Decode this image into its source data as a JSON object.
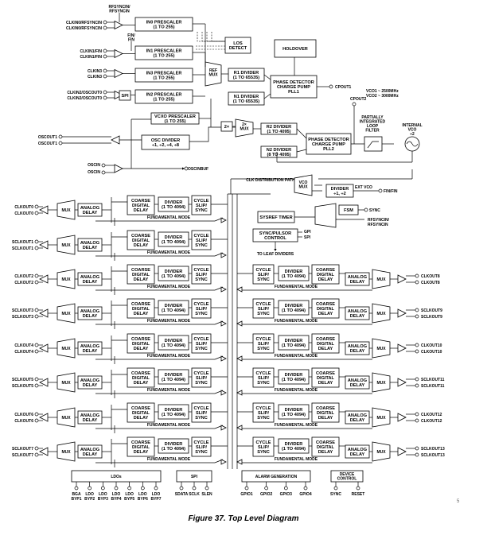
{
  "caption": "Figure 37. Top Level Diagram",
  "page_mark": "5",
  "top_inputs": {
    "rfsync_top": [
      "RFSYNCIN/",
      "RFSYNCIN"
    ],
    "clkin0": "CLKIN0/RFSYNCIN",
    "clkin0b": "CLKIN0/RFSYNCIN",
    "fin": [
      "FIN/",
      "FIN"
    ],
    "clkin1": "CLKIN1/FIN",
    "clkin1b": "CLKIN1/FIN",
    "clkin3": "CLKIN3",
    "clkin3b": "CLKIN3",
    "clkin2": "CLKIN2/OSCOUT0",
    "clkin2b": "CLKIN2/OSCOUT0",
    "oscout1": "OSCOUT1",
    "oscout1b": "OSCOUT1",
    "oscin": "OSCIN",
    "oscinb": "OSCIN",
    "oscinbuf": "OSCINBUF",
    "spi": "SPI"
  },
  "prescalers": [
    {
      "title": "IN0 PRESCALER",
      "range": "(1 TO 255)"
    },
    {
      "title": "IN1 PRESCALER",
      "range": "(1 TO 255)"
    },
    {
      "title": "IN3 PRESCALER",
      "range": "(1 TO 255)"
    },
    {
      "title": "IN2 PRESCALER",
      "range": "(1 TO 255)"
    }
  ],
  "ref_mux": [
    "REF",
    "MUX"
  ],
  "los": [
    "LOS",
    "DETECT"
  ],
  "holdover": "HOLDOVER",
  "r1": [
    "R1 DIVIDER",
    "(1 TO 65535)"
  ],
  "n1": [
    "N1 DIVIDER",
    "(1 TO 65535)"
  ],
  "pll1": [
    "PHASE DETECTOR",
    "CHARGE PUMP",
    "PLL1"
  ],
  "cpout1": "CPOUT1",
  "cpout2": "CPOUT2",
  "vcxo_prescaler": [
    "VCXO PRESCALER",
    "(1 TO 255)"
  ],
  "x2a": "2×",
  "x2b": [
    "2×",
    "MUX"
  ],
  "r2": [
    "R2 DIVIDER",
    "(1 TO 4095)"
  ],
  "n2": [
    "N2 DIVIDER",
    "(8 TO 4095)"
  ],
  "pll2": [
    "PHASE DETECTOR",
    "CHARGE PUMP",
    "PLL2"
  ],
  "osc_divider": [
    "OSC DIVIDER",
    "÷1, ÷2, ÷4, ÷8"
  ],
  "vco_ranges": [
    "VCO1 ~ 2500MHz",
    "VCO2 ~ 3000MHz"
  ],
  "loop_filter": [
    "PARTIALLY",
    "INTEGRATED",
    "LOOP",
    "FILTER"
  ],
  "internal_vco": [
    "INTERNAL",
    "VCO",
    "÷2"
  ],
  "clk_dist": "CLK DISTRIBUTION PATH",
  "vco_mux": [
    "VCO",
    "MUX"
  ],
  "ext_div": [
    "DIVIDER",
    "÷1, ÷2"
  ],
  "ext_vco": "EXT VCO",
  "fin_out": "FIN/FIN",
  "fsm": "FSM",
  "sync": "SYNC",
  "sysref_timer": "SYSREF TIMER",
  "rfsyncin_out": [
    "RFSYNCIN/",
    "RFSYNCIN"
  ],
  "gpi": "GPI",
  "spi_small": "SPI",
  "syncpulsor": [
    "SYNC/PULSOR",
    "CONTROL"
  ],
  "to_leaf": "TO LEAF DIVIDERS",
  "channel_common": {
    "coarse": [
      "COARSE",
      "DIGITAL",
      "DELAY"
    ],
    "divider": [
      "DIVIDER",
      "(1 TO 4094)"
    ],
    "cycle": [
      "CYCLE",
      "SLIP/",
      "SYNC"
    ],
    "analog": [
      "ANALOG",
      "DELAY"
    ],
    "mux": "MUX",
    "fund": "FUNDAMENTAL MODE"
  },
  "left_outputs": [
    [
      "CLKOUT0",
      "CLKOUT0"
    ],
    [
      "SCLKOUT1",
      "SCLKOUT1"
    ],
    [
      "CLKOUT2",
      "CLKOUT2"
    ],
    [
      "SCLKOUT3",
      "SCLKOUT3"
    ],
    [
      "CLKOUT4",
      "CLKOUT4"
    ],
    [
      "SCLKOUT5",
      "SCLKOUT5"
    ],
    [
      "CLKOUT6",
      "CLKOUT6"
    ],
    [
      "SCLKOUT7",
      "SCLKOUT7"
    ]
  ],
  "right_outputs": [
    [
      "CLKOUT8",
      "CLKOUT8"
    ],
    [
      "SCLKOUT9",
      "SCLKOUT9"
    ],
    [
      "CLKOUT10",
      "CLKOUT10"
    ],
    [
      "SCLKOUT11",
      "SCLKOUT11"
    ],
    [
      "CLKOUT12",
      "CLKOUT12"
    ],
    [
      "SCLKOUT13",
      "SCLKOUT13"
    ]
  ],
  "bottom_groups": [
    {
      "title": "LDOs",
      "pins": [
        [
          "BGA",
          "BYP1"
        ],
        [
          "LDO",
          "BYP2"
        ],
        [
          "LDO",
          "BYP3"
        ],
        [
          "LDO",
          "BYP4"
        ],
        [
          "LDO",
          "BYP5"
        ],
        [
          "LDO",
          "BYP6"
        ],
        [
          "LDO",
          "BYP7"
        ]
      ]
    },
    {
      "title": "SPI",
      "pins": [
        [
          "SDATA"
        ],
        [
          "SCLK"
        ],
        [
          "SLEN"
        ]
      ]
    },
    {
      "title": "ALARM GENERATION",
      "pins": [
        [
          "GPIO1"
        ],
        [
          "GPIO2"
        ],
        [
          "GPIO3"
        ],
        [
          "GPIO4"
        ]
      ]
    },
    {
      "title": "DEVICE CONTROL",
      "pins": [
        [
          "SYNC"
        ],
        [
          "RESET"
        ]
      ]
    }
  ]
}
